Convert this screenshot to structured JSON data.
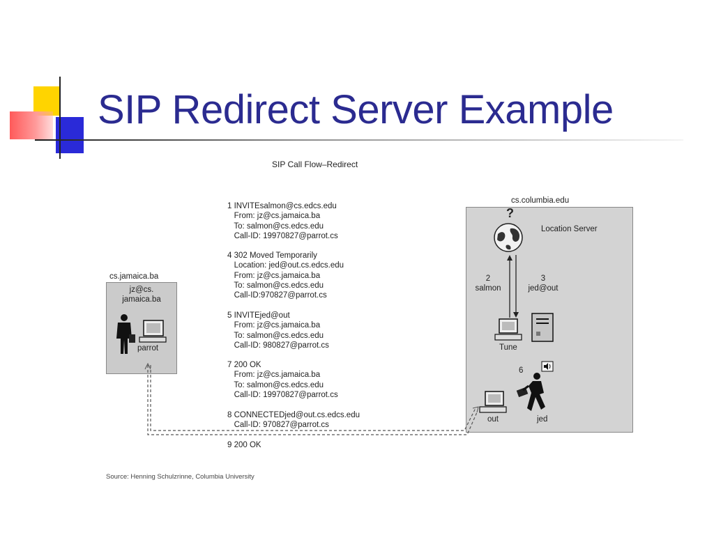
{
  "slide": {
    "title": "SIP Redirect Server Example"
  },
  "diagram": {
    "title": "SIP Call Flow–Redirect",
    "left_domain": "cs.jamaica.ba",
    "left_user": "jz@cs.\njamaica.ba",
    "left_host": "parrot",
    "right_domain": "cs.columbia.edu",
    "location_server_label": "Location Server",
    "question_mark": "?",
    "step2_label": "2\nsalmon",
    "step3_label": "3\njed@out",
    "tune_label": "Tune",
    "step6_label": "6",
    "out_label": "out",
    "jed_label": "jed",
    "messages": [
      "1 INVITEsalmon@cs.edcs.edu\n   From: jz@cs.jamaica.ba\n   To: salmon@cs.edcs.edu\n   Call-ID: 19970827@parrot.cs",
      "4 302 Moved Temporarily\n   Location: jed@out.cs.edcs.edu\n   From: jz@cs.jamaica.ba\n   To: salmon@cs.edcs.edu\n   Call-ID:970827@parrot.cs",
      "5 INVITEjed@out\n   From: jz@cs.jamaica.ba\n   To: salmon@cs.edcs.edu\n   Call-ID: 980827@parrot.cs",
      "7 200 OK\n   From: jz@cs.jamaica.ba\n   To: salmon@cs.edcs.edu\n   Call-ID: 19970827@parrot.cs",
      "8 CONNECTEDjed@out.cs.edcs.edu\n   Call-ID: 970827@parrot.cs",
      "9 200 OK"
    ],
    "source": "Source: Henning Schulzrinne, Columbia University"
  }
}
